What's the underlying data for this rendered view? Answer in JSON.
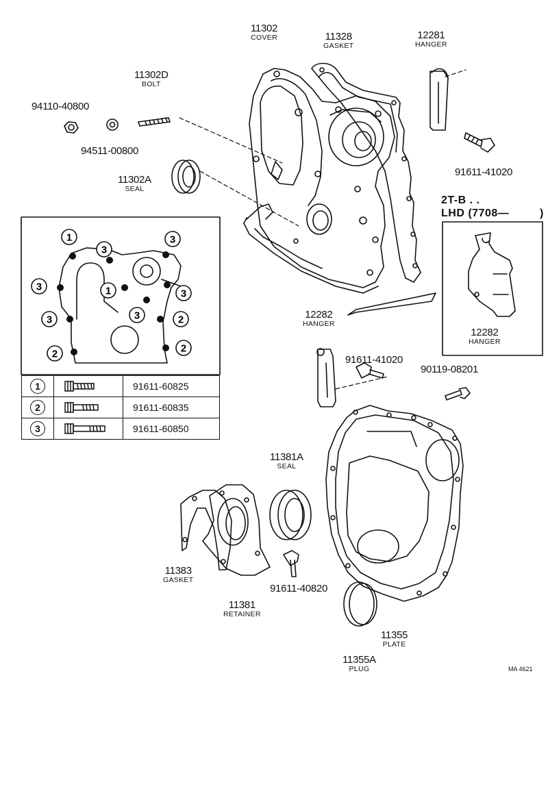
{
  "parts": {
    "p11302": {
      "num": "11302",
      "name": "COVER"
    },
    "p11328": {
      "num": "11328",
      "name": "GASKET"
    },
    "p12281": {
      "num": "12281",
      "name": "HANGER"
    },
    "p11302D": {
      "num": "11302D",
      "name": "BOLT"
    },
    "p94110": {
      "num": "94110-40800"
    },
    "p94511": {
      "num": "94511-00800"
    },
    "p11302A": {
      "num": "11302A",
      "name": "SEAL"
    },
    "p91611_41020_top": {
      "num": "91611-41020"
    },
    "p12282_mid": {
      "num": "12282",
      "name": "HANGER"
    },
    "p91611_41020_mid": {
      "num": "91611-41020"
    },
    "p90119": {
      "num": "90119-08201"
    },
    "p12282_inset": {
      "num": "12282",
      "name": "HANGER"
    },
    "p11381A": {
      "num": "11381A",
      "name": "SEAL"
    },
    "p11383": {
      "num": "11383",
      "name": "GASKET"
    },
    "p11381": {
      "num": "11381",
      "name": "RETAINER"
    },
    "p91611_40820": {
      "num": "91611-40820"
    },
    "p11355": {
      "num": "11355",
      "name": "PLATE"
    },
    "p11355A": {
      "num": "11355A",
      "name": "PLUG"
    }
  },
  "inset": {
    "title_line1": "2T-B . .",
    "title_line2": "LHD (7708—",
    "title_paren": ")"
  },
  "bolt_table": [
    {
      "key": "1",
      "part": "91611-60825"
    },
    {
      "key": "2",
      "part": "91611-60835"
    },
    {
      "key": "3",
      "part": "91611-60850"
    }
  ],
  "bolt_positions": [
    "1",
    "3",
    "3",
    "3",
    "1",
    "3",
    "3",
    "3",
    "2",
    "2",
    "2"
  ],
  "ref_code": "MA 4621"
}
